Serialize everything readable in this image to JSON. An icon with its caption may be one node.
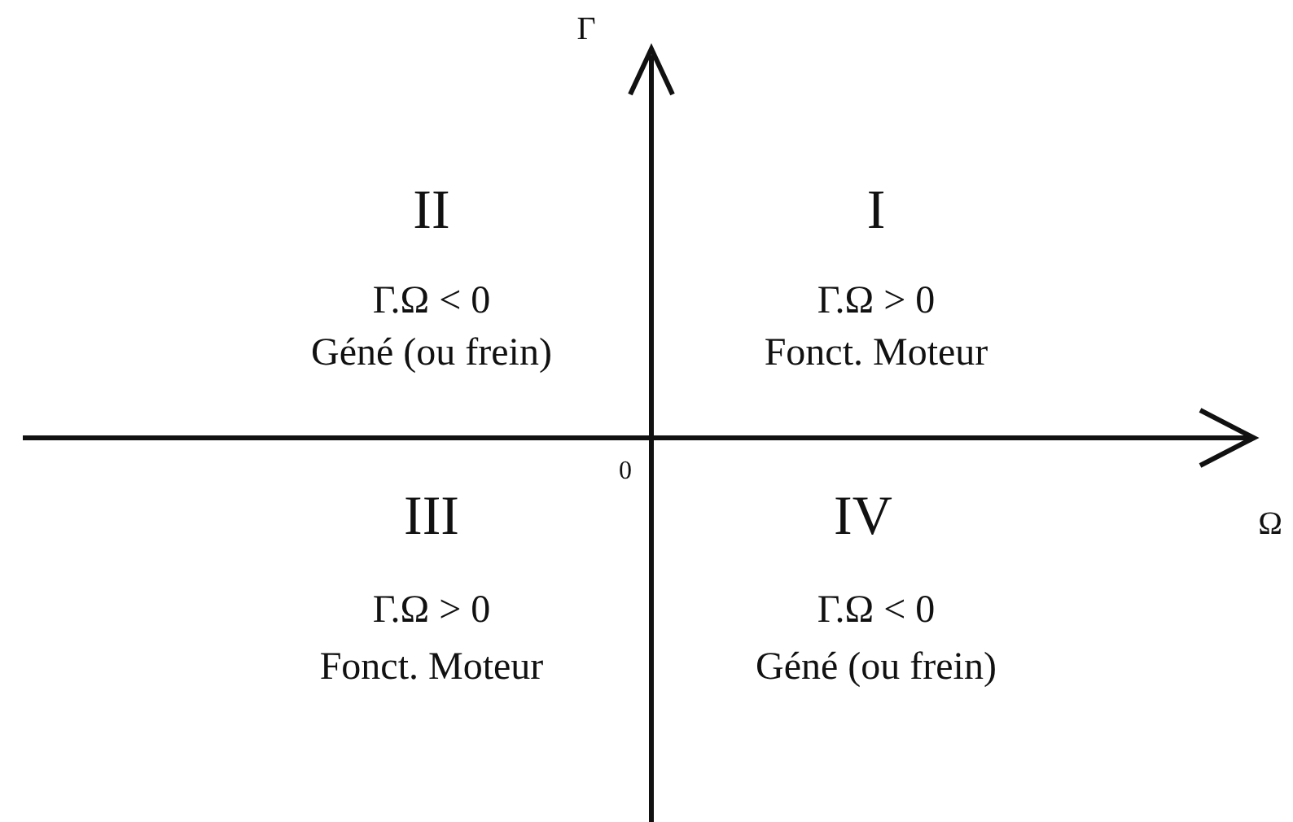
{
  "diagram": {
    "labels": [
      "Γ",
      "II",
      "I",
      "Γ.Ω < 0",
      "Γ.Ω > 0",
      "Géné (ou frein)",
      "Fonct. Moteur",
      "0",
      "III",
      "IV",
      "Γ.Ω > 0",
      "Γ.Ω < 0",
      "Fonct. Moteur",
      "Géné (ou frein)",
      "Ω"
    ]
  }
}
